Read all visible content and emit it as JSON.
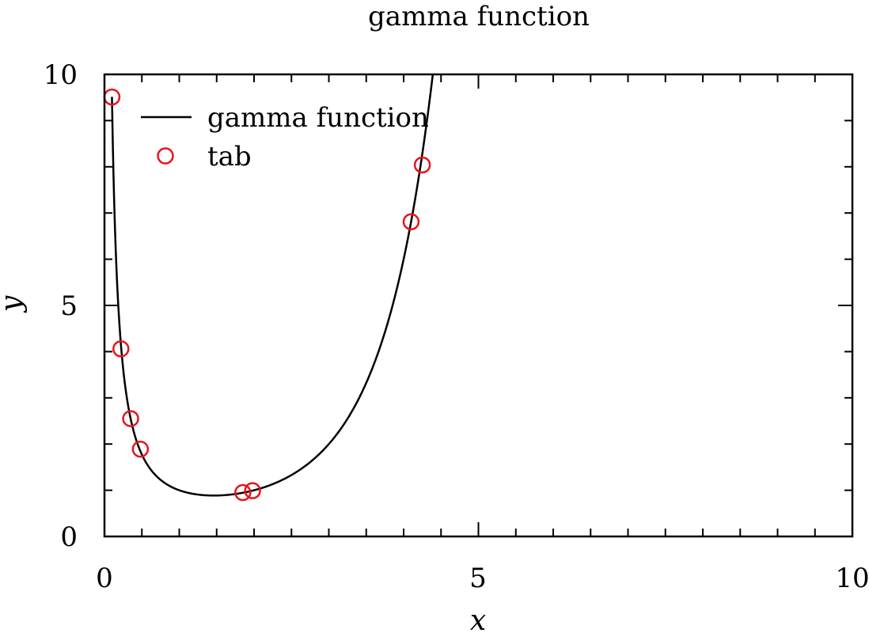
{
  "chart_data": {
    "type": "line",
    "title": "gamma function",
    "xlabel": "x",
    "ylabel": "y",
    "xlim": [
      0,
      10
    ],
    "ylim": [
      0,
      10
    ],
    "xticks": [
      0,
      5,
      10
    ],
    "yticks": [
      0,
      5,
      10
    ],
    "xtick_labels": [
      "0",
      "5",
      "10"
    ],
    "ytick_labels": [
      "0",
      "5",
      "10"
    ],
    "grid": false,
    "legend_position": "top-left",
    "series": [
      {
        "name": "gamma function",
        "kind": "line",
        "function": "gamma",
        "x_range": [
          0.1,
          4.4
        ],
        "color": "#000000"
      },
      {
        "name": "tab",
        "kind": "scatter",
        "marker": "open-circle",
        "color": "#e8141b",
        "x": [
          0.1,
          0.22,
          0.35,
          0.48,
          1.85,
          1.98,
          4.1,
          4.25
        ],
        "y": [
          9.51,
          4.06,
          2.55,
          1.89,
          0.95,
          0.99,
          6.81,
          8.04
        ]
      }
    ]
  }
}
